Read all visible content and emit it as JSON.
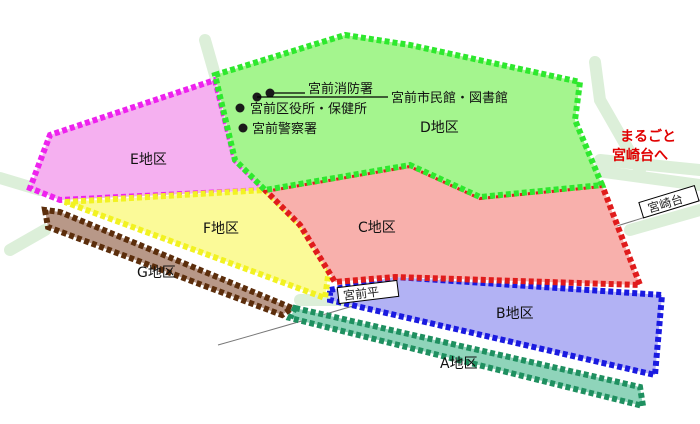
{
  "map": {
    "zones": [
      {
        "id": "A",
        "label": "A地区",
        "color": "#1f9060",
        "fill": "#8fd4ba"
      },
      {
        "id": "B",
        "label": "B地区",
        "color": "#1a1ae0",
        "fill": "#b2b2f4"
      },
      {
        "id": "C",
        "label": "C地区",
        "color": "#e01c1c",
        "fill": "#f8b0ac"
      },
      {
        "id": "D",
        "label": "D地区",
        "color": "#2ee82e",
        "fill": "#a4f58e"
      },
      {
        "id": "E",
        "label": "E地区",
        "color": "#ee22ee",
        "fill": "#f5b0f0"
      },
      {
        "id": "F",
        "label": "F地区",
        "color": "#f2f222",
        "fill": "#fbfa98"
      },
      {
        "id": "G",
        "label": "G地区",
        "color": "#5c2e0c",
        "fill": "#b89888"
      }
    ],
    "facilities": {
      "fire_station": "宮前消防署",
      "community_hall": "宮前市民館・図書館",
      "ward_office": "宮前区役所・保健所",
      "police_station": "宮前警察署"
    },
    "stations": {
      "miyamaedaira": "宮前平",
      "miyazakidai": "宮崎台"
    },
    "link": {
      "line1": "まるごと",
      "line2": "宮崎台へ",
      "color": "#e00000"
    }
  }
}
